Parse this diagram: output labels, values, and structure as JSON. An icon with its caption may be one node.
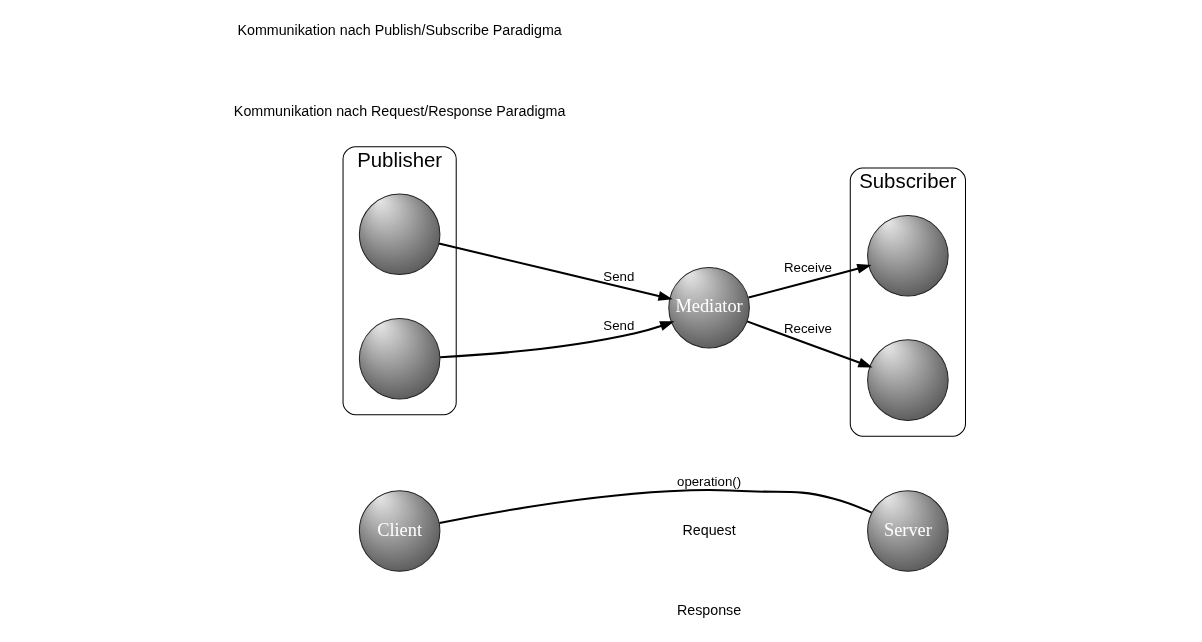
{
  "diagram": {
    "nodes": [
      {
        "text": [
          "Client"
        ]
      },
      {
        "text": [
          "Server"
        ]
      },
      {
        "text": [
          "Publisher"
        ]
      },
      {
        "text": [],
        "shape": "circle",
        "in": 2
      },
      {
        "text": [],
        "shape": "circle",
        "in": 2
      },
      {
        "text": [
          "Mediator"
        ]
      },
      {
        "text": [
          "Subscriber"
        ]
      },
      {
        "text": [],
        "shape": "circle",
        "in": 6
      },
      {
        "text": [],
        "shape": "circle",
        "in": 6
      }
    ],
    "edges": [
      {
        "from": 0,
        "to": 1,
        "arrow": "none",
        "label": "operation()"
      },
      {
        "from": 3,
        "to": 5,
        "arrow": "to",
        "label": "Send"
      },
      {
        "from": 4,
        "to": 5,
        "arrow": "to",
        "label": "Send"
      },
      {
        "from": 5,
        "to": 7,
        "arrow": "to",
        "label": "Receive"
      },
      {
        "from": 5,
        "to": 8,
        "arrow": "to",
        "label": "Receive"
      }
    ],
    "labels": [
      "Request",
      "Response",
      "Kommunikation nach Request/Response Paradigma",
      "Kommunikation nach Publish/Subscribe Paradigma"
    ]
  }
}
